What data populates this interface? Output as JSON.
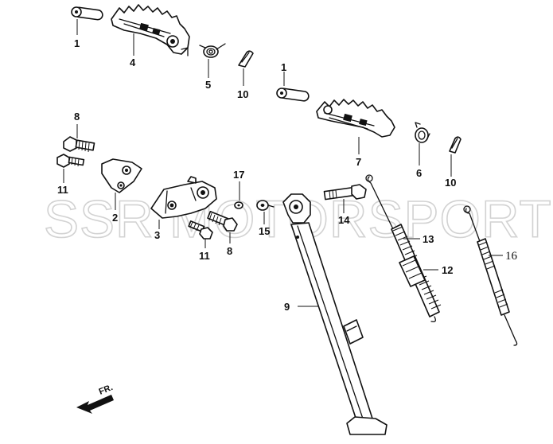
{
  "watermark": "SSR MOTORSPORTS",
  "direction_label": "FR.",
  "callouts": {
    "c1a": "1",
    "c4": "4",
    "c5": "5",
    "c10a": "10",
    "c1b": "1",
    "c7": "7",
    "c6": "6",
    "c10b": "10",
    "c8a": "8",
    "c11a": "11",
    "c2": "2",
    "c3": "3",
    "c11b": "11",
    "c8b": "8",
    "c17": "17",
    "c15": "15",
    "c14": "14",
    "c13": "13",
    "c12": "12",
    "c16": "16",
    "c9": "9"
  }
}
